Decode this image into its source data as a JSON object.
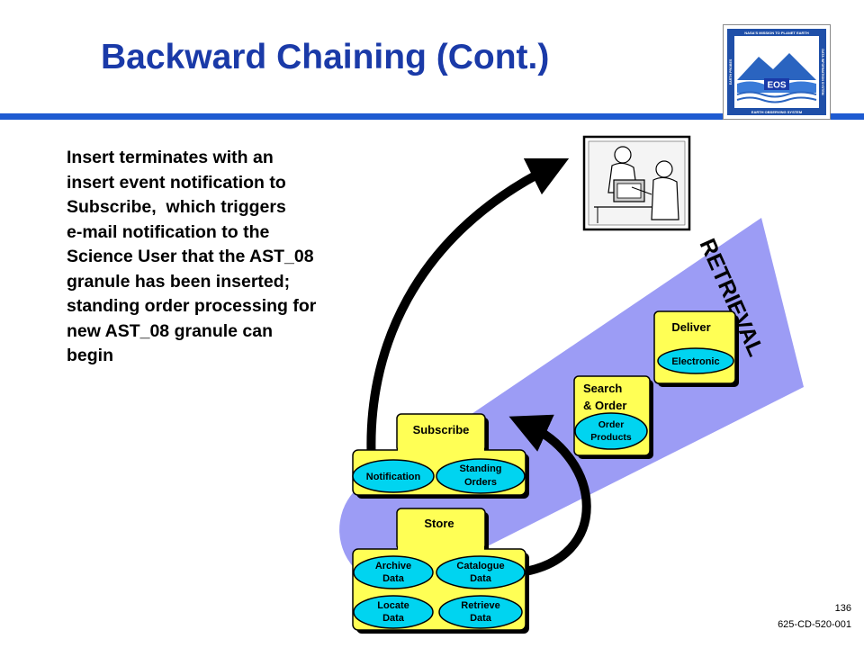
{
  "slide": {
    "title": "Backward Chaining (Cont.)",
    "body_lines": [
      "Insert terminates with an",
      "insert event notification to",
      "Subscribe,  which triggers",
      "e-mail notification to the",
      "Science User that the AST_08",
      "granule has been inserted;",
      "standing order processing for",
      "new AST_08 granule can",
      "begin"
    ],
    "page_number": "136",
    "doc_id": "625-CD-520-001"
  },
  "logo": {
    "top_text": "NASA'S MISSION TO PLANET EARTH",
    "left_text": "EARTH PROBES",
    "right_text": "DATA INFORMATION SYSTEM",
    "badge": "EOS",
    "bottom_text": "EARTH OBSERVING SYSTEM"
  },
  "diagram": {
    "band_label": "RETRIEVAL",
    "boxes": {
      "deliver": {
        "title": "Deliver",
        "services": [
          "Electronic"
        ]
      },
      "search_order": {
        "title_lines": [
          "Search",
          "& Order"
        ],
        "service_lines": [
          "Order",
          "Products"
        ]
      },
      "subscribe": {
        "title": "Subscribe",
        "notification": "Notification",
        "standing": [
          "Standing",
          "Orders"
        ]
      },
      "store": {
        "title": "Store",
        "archive": [
          "Archive",
          "Data"
        ],
        "catalogue": [
          "Catalogue",
          "Data"
        ],
        "locate": [
          "Locate",
          "Data"
        ],
        "retrieve": [
          "Retrieve",
          "Data"
        ]
      }
    }
  },
  "colors": {
    "title": "#1a3aa8",
    "rule": "#1e5bd1",
    "band": "#9c9cf5",
    "box": "#ffff55",
    "oval": "#00d4f0"
  }
}
